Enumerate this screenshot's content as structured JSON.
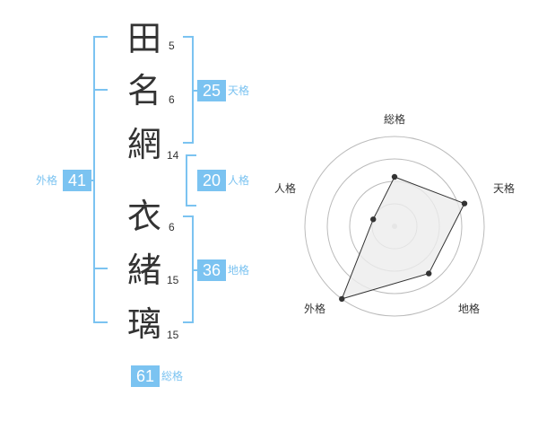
{
  "characters": [
    {
      "char": "田",
      "strokes": "5"
    },
    {
      "char": "名",
      "strokes": "6"
    },
    {
      "char": "網",
      "strokes": "14"
    },
    {
      "char": "衣",
      "strokes": "6"
    },
    {
      "char": "緒",
      "strokes": "15"
    },
    {
      "char": "璃",
      "strokes": "15"
    }
  ],
  "fortunes": {
    "tenkaku": {
      "value": "25",
      "label": "天格"
    },
    "jinkaku": {
      "value": "20",
      "label": "人格"
    },
    "chikaku": {
      "value": "36",
      "label": "地格"
    },
    "gaikaku": {
      "value": "41",
      "label": "外格"
    },
    "soukaku": {
      "value": "61",
      "label": "総格"
    }
  },
  "chart_data": {
    "type": "radar",
    "axes": [
      "総格",
      "天格",
      "地格",
      "外格",
      "人格"
    ],
    "rings": 4,
    "values": [
      0.55,
      0.82,
      0.65,
      1.0,
      0.25
    ],
    "colors": {
      "fill": "#ececec",
      "stroke": "#333333",
      "grid": "#bbbbbb",
      "accent": "#7bc3f1"
    }
  }
}
